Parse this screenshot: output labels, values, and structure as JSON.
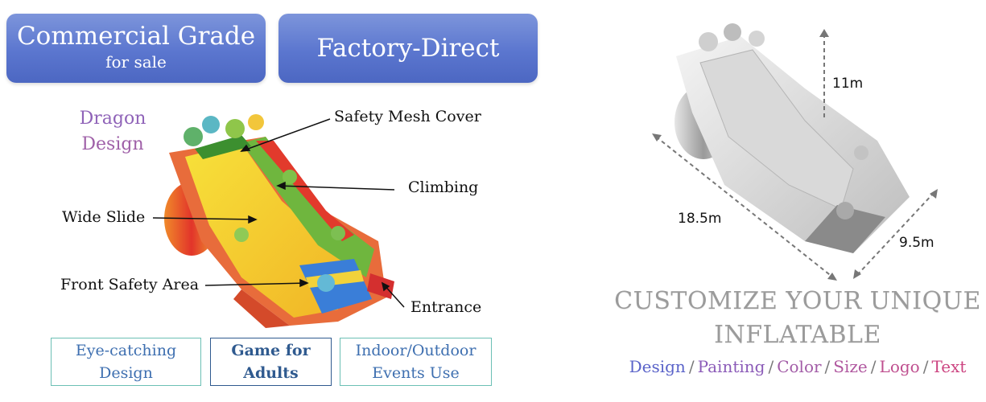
{
  "badges": {
    "commercial": {
      "title": "Commercial Grade",
      "subtitle": "for sale"
    },
    "factory": {
      "title": "Factory-Direct"
    }
  },
  "product": {
    "design_line1": "Dragon",
    "design_line2": "Design",
    "callouts": {
      "mesh": "Safety Mesh Cover",
      "climbing": "Climbing",
      "slide": "Wide Slide",
      "front": "Front Safety Area",
      "entrance": "Entrance"
    }
  },
  "features": [
    {
      "line1": "Eye-catching",
      "line2": "Design"
    },
    {
      "line1": "Game for",
      "line2": "Adults"
    },
    {
      "line1": "Indoor/Outdoor",
      "line2": "Events Use"
    }
  ],
  "dimensions": {
    "height": "11m",
    "length": "18.5m",
    "width": "9.5m"
  },
  "customize": {
    "line1": "CUSTOMIZE YOUR UNIQUE",
    "line2": "INFLATABLE"
  },
  "options": [
    "Design",
    "Painting",
    "Color",
    "Size",
    "Logo",
    "Text"
  ],
  "option_separator": "/",
  "colors": {
    "badge_blue": "#5b76cf",
    "feature_border": "#6cc0b5",
    "option_colors": [
      "#5a63c9",
      "#8b5bb8",
      "#a25ca7",
      "#b0579f",
      "#bf4f8f",
      "#cc4380"
    ]
  }
}
